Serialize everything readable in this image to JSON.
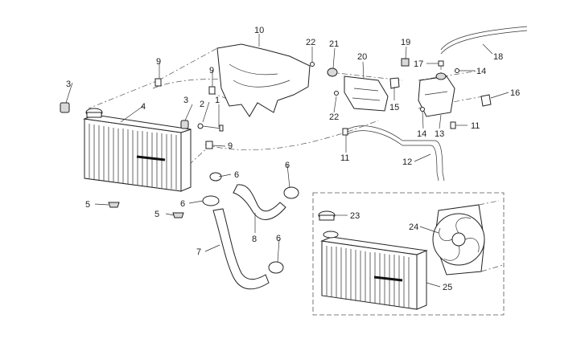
{
  "callouts": {
    "c1": "1",
    "c2": "2",
    "c3a": "3",
    "c3b": "3",
    "c4": "4",
    "c5a": "5",
    "c5b": "5",
    "c6a": "6",
    "c6b": "6",
    "c6c": "6",
    "c6d": "6",
    "c7": "7",
    "c8": "8",
    "c9a": "9",
    "c9b": "9",
    "c9c": "9",
    "c10": "10",
    "c11a": "11",
    "c11b": "11",
    "c12": "12",
    "c13": "13",
    "c14a": "14",
    "c14b": "14",
    "c15": "15",
    "c16": "16",
    "c17": "17",
    "c18": "18",
    "c19": "19",
    "c20": "20",
    "c21": "21",
    "c22a": "22",
    "c22b": "22",
    "c23": "23",
    "c24": "24",
    "c25": "25"
  }
}
